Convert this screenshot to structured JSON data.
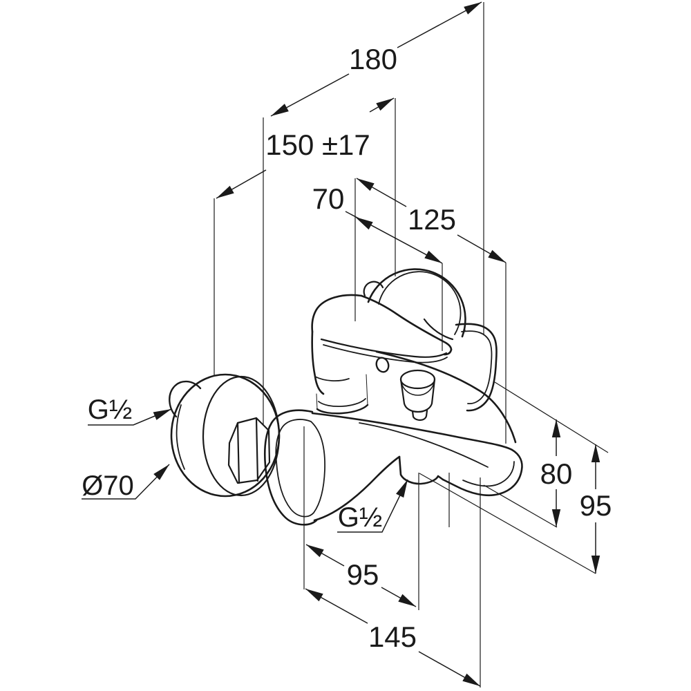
{
  "drawing": {
    "kind": "technical dimension drawing",
    "subject": "wall-mounted single-lever bath/shower mixer tap",
    "background_color": "#ffffff",
    "line_color": "#1a1a1a",
    "labels": {
      "d180": "180",
      "d150": "150 ±17",
      "d70": "70",
      "d125": "125",
      "d80": "80",
      "d95_side": "95",
      "d95_bottom": "95",
      "d145": "145",
      "g_half_wall": "G½",
      "dia70": "Ø70",
      "g_half_outlet": "G½"
    }
  }
}
